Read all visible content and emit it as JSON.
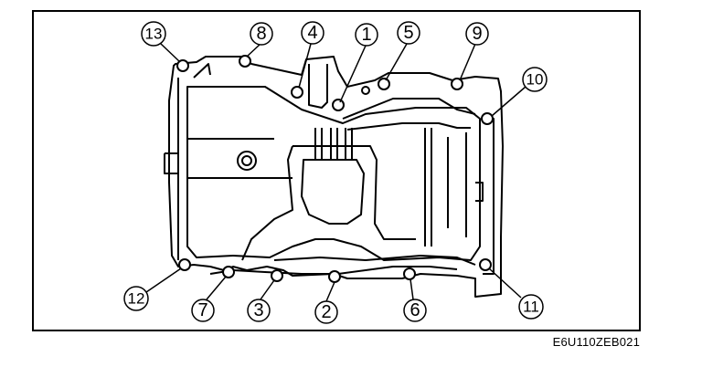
{
  "figure": {
    "code": "E6U110ZEB021",
    "callouts": [
      {
        "label": "1",
        "bolt_order": 1
      },
      {
        "label": "2",
        "bolt_order": 2
      },
      {
        "label": "3",
        "bolt_order": 3
      },
      {
        "label": "4",
        "bolt_order": 4
      },
      {
        "label": "5",
        "bolt_order": 5
      },
      {
        "label": "6",
        "bolt_order": 6
      },
      {
        "label": "7",
        "bolt_order": 7
      },
      {
        "label": "8",
        "bolt_order": 8
      },
      {
        "label": "9",
        "bolt_order": 9
      },
      {
        "label": "10",
        "bolt_order": 10
      },
      {
        "label": "11",
        "bolt_order": 11
      },
      {
        "label": "12",
        "bolt_order": 12
      },
      {
        "label": "13",
        "bolt_order": 13
      }
    ]
  }
}
